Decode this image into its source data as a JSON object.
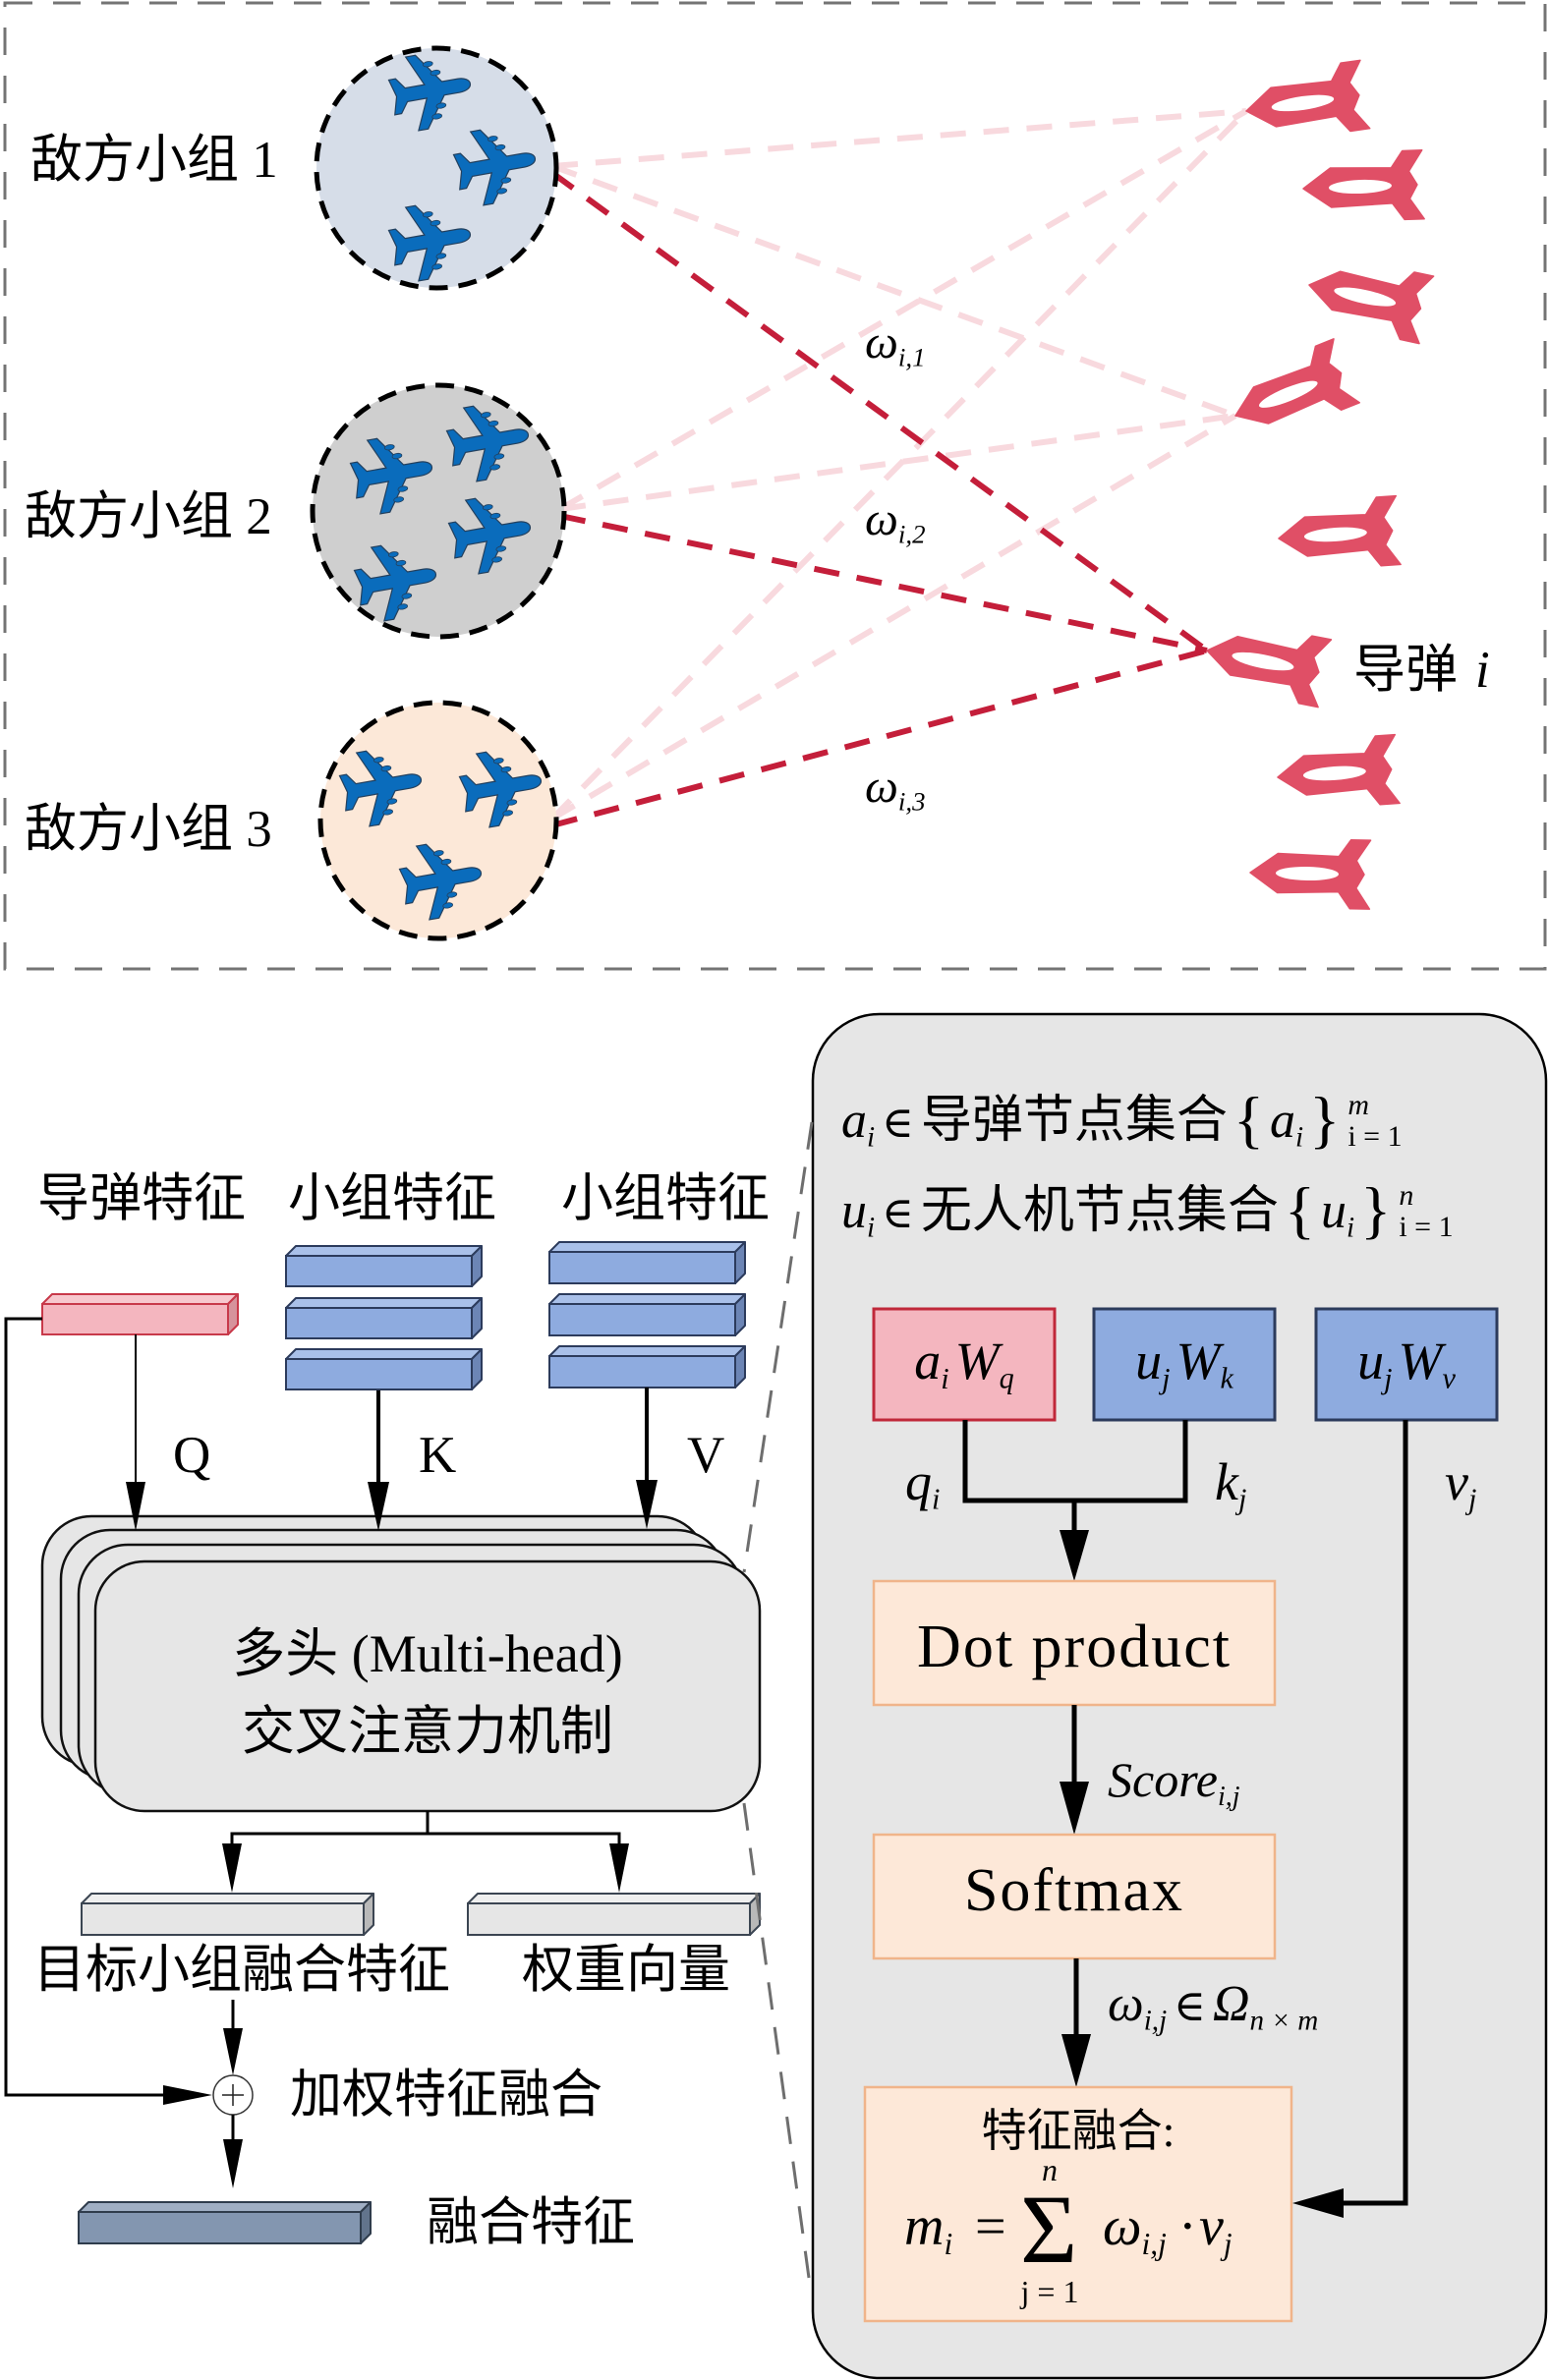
{
  "scenario": {
    "enemy_groups": [
      {
        "label": "敌方小组 1",
        "aircraft": 3,
        "fill": "#d6dde8"
      },
      {
        "label": "敌方小组 2",
        "aircraft": 4,
        "fill": "#cfcfcf"
      },
      {
        "label": "敌方小组 3",
        "aircraft": 3,
        "fill": "#fce8d8"
      }
    ],
    "missile_count": 8,
    "target_missile": {
      "label": "导弹",
      "var": "i",
      "index": 6
    },
    "links": [
      {
        "from_group": 1,
        "to_missile": 1,
        "type": "weak"
      },
      {
        "from_group": 1,
        "to_missile": 4,
        "type": "weak"
      },
      {
        "from_group": 2,
        "to_missile": 1,
        "type": "weak"
      },
      {
        "from_group": 2,
        "to_missile": 4,
        "type": "weak"
      },
      {
        "from_group": 3,
        "to_missile": 1,
        "type": "weak"
      },
      {
        "from_group": 3,
        "to_missile": 4,
        "type": "weak"
      },
      {
        "from_group": 1,
        "to_missile": 6,
        "type": "strong"
      },
      {
        "from_group": 2,
        "to_missile": 6,
        "type": "strong"
      },
      {
        "from_group": 3,
        "to_missile": 6,
        "type": "strong"
      }
    ],
    "weights": [
      {
        "symbol": "ω",
        "sub": "i,1"
      },
      {
        "symbol": "ω",
        "sub": "i,2"
      },
      {
        "symbol": "ω",
        "sub": "i,3"
      }
    ]
  },
  "pipeline": {
    "inputs": [
      {
        "label": "导弹特征",
        "vectors": 1
      },
      {
        "label": "小组特征",
        "vectors": 3
      },
      {
        "label": "小组特征",
        "vectors": 3
      }
    ],
    "streams": [
      "Q",
      "K",
      "V"
    ],
    "attention": {
      "line1": "多头 (Multi-head)",
      "line2": "交叉注意力机制",
      "stacked_heads": 4
    },
    "outputs": [
      {
        "label": "目标小组融合特征"
      },
      {
        "label": "权重向量"
      }
    ],
    "fusion_op": {
      "icon": "circled-plus",
      "label": "加权特征融合"
    },
    "result": {
      "label": "融合特征"
    }
  },
  "detail": {
    "node_sets": [
      {
        "var": "a",
        "index": "i",
        "relation": "∈",
        "name": "导弹节点集合",
        "open": "{",
        "set_var": "a",
        "set_index": "i",
        "close": "}",
        "upper": "m",
        "lower": "i = 1"
      },
      {
        "var": "u",
        "index": "i",
        "relation": "∈",
        "name": "无人机节点集合",
        "open": "{",
        "set_var": "u",
        "set_index": "i",
        "close": "}",
        "upper": "n",
        "lower": "i = 1"
      }
    ],
    "projections": [
      {
        "vec": "a",
        "vec_sub": "i",
        "weight": "W",
        "weight_sub": "q",
        "output": "q",
        "output_sub": "i"
      },
      {
        "vec": "u",
        "vec_sub": "j",
        "weight": "W",
        "weight_sub": "k",
        "output": "k",
        "output_sub": "j"
      },
      {
        "vec": "u",
        "vec_sub": "j",
        "weight": "W",
        "weight_sub": "v",
        "output": "v",
        "output_sub": "j"
      }
    ],
    "dot_product": "Dot product",
    "score": {
      "name": "Score",
      "sub": "i,j"
    },
    "softmax": "Softmax",
    "weight_relation": {
      "symbol": "ω",
      "sub": "i,j",
      "relation": "∈",
      "set": "Ω",
      "set_sub": "n × m"
    },
    "fusion": {
      "title": "特征融合:",
      "lhs": "m",
      "lhs_sub": "i",
      "equals": "=",
      "sum": "Σ",
      "sum_upper": "n",
      "sum_lower": "j = 1",
      "term": "ω",
      "term_sub": "i,j",
      "dot": "·",
      "value": "v",
      "value_sub": "j"
    }
  },
  "colors": {
    "frame": "#747474",
    "group_outline": "#000000",
    "aircraft": "#0a6cbc",
    "missile": "#e04f66",
    "link_strong": "#c41e3a",
    "link_weak": "#f8d9de",
    "missile_feature": "#f4b6bf",
    "missile_feature_edge": "#c8394a",
    "query_box_edge": "#c0283a",
    "group_feature": "#8eabdf",
    "group_feature_edge": "#2c3b5c",
    "output_feature": "#e6e6e6",
    "fused_feature": "#8396b0",
    "attention_box": "#e6e6e6",
    "detail_panel": "#e6e6e6",
    "process_box": "#fde8d8",
    "process_box_edge": "#f0b48a",
    "connector": "#6e6e6e"
  }
}
